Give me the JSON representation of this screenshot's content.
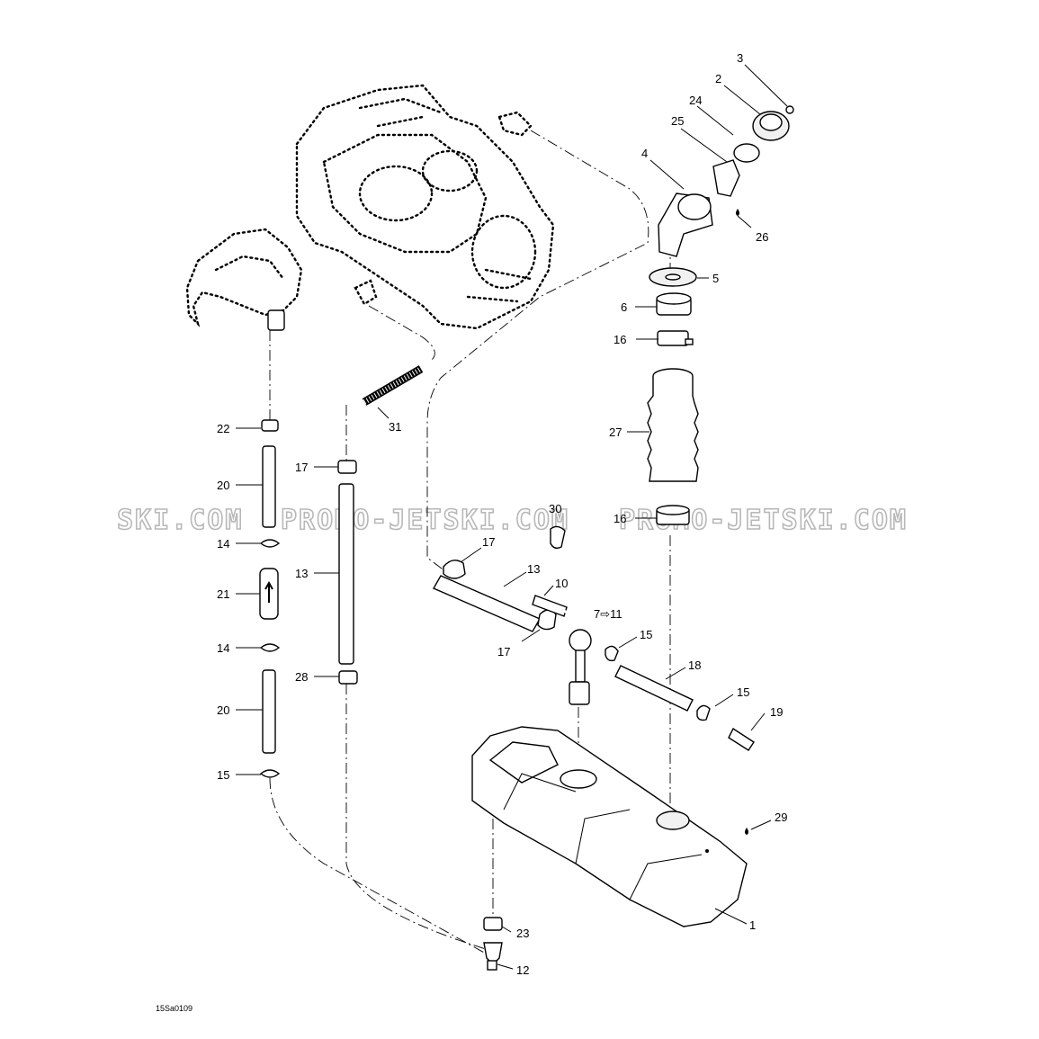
{
  "diagram": {
    "drawing_code": "15Sa0109",
    "watermarks": [
      "SKI.COM",
      "PROMO-JETSKI.COM",
      "PROMO-JETSKI.COM"
    ],
    "callouts": [
      {
        "id": "c3",
        "text": "3"
      },
      {
        "id": "c2",
        "text": "2"
      },
      {
        "id": "c24",
        "text": "24"
      },
      {
        "id": "c25",
        "text": "25"
      },
      {
        "id": "c4",
        "text": "4"
      },
      {
        "id": "c26",
        "text": "26"
      },
      {
        "id": "c5",
        "text": "5"
      },
      {
        "id": "c6",
        "text": "6"
      },
      {
        "id": "c16a",
        "text": "16"
      },
      {
        "id": "c27",
        "text": "27"
      },
      {
        "id": "c16b",
        "text": "16"
      },
      {
        "id": "c31",
        "text": "31"
      },
      {
        "id": "c22",
        "text": "22"
      },
      {
        "id": "c20a",
        "text": "20"
      },
      {
        "id": "c14a",
        "text": "14"
      },
      {
        "id": "c21",
        "text": "21"
      },
      {
        "id": "c14b",
        "text": "14"
      },
      {
        "id": "c20b",
        "text": "20"
      },
      {
        "id": "c15a",
        "text": "15"
      },
      {
        "id": "c17a",
        "text": "17"
      },
      {
        "id": "c13a",
        "text": "13"
      },
      {
        "id": "c28",
        "text": "28"
      },
      {
        "id": "c30",
        "text": "30"
      },
      {
        "id": "c17b",
        "text": "17"
      },
      {
        "id": "c13b",
        "text": "13"
      },
      {
        "id": "c10",
        "text": "10"
      },
      {
        "id": "c7_11",
        "text": "7⇨11"
      },
      {
        "id": "c17c",
        "text": "17"
      },
      {
        "id": "c15b",
        "text": "15"
      },
      {
        "id": "c18",
        "text": "18"
      },
      {
        "id": "c15c",
        "text": "15"
      },
      {
        "id": "c19",
        "text": "19"
      },
      {
        "id": "c29",
        "text": "29"
      },
      {
        "id": "c1",
        "text": "1"
      },
      {
        "id": "c23",
        "text": "23"
      },
      {
        "id": "c12",
        "text": "12"
      }
    ]
  }
}
